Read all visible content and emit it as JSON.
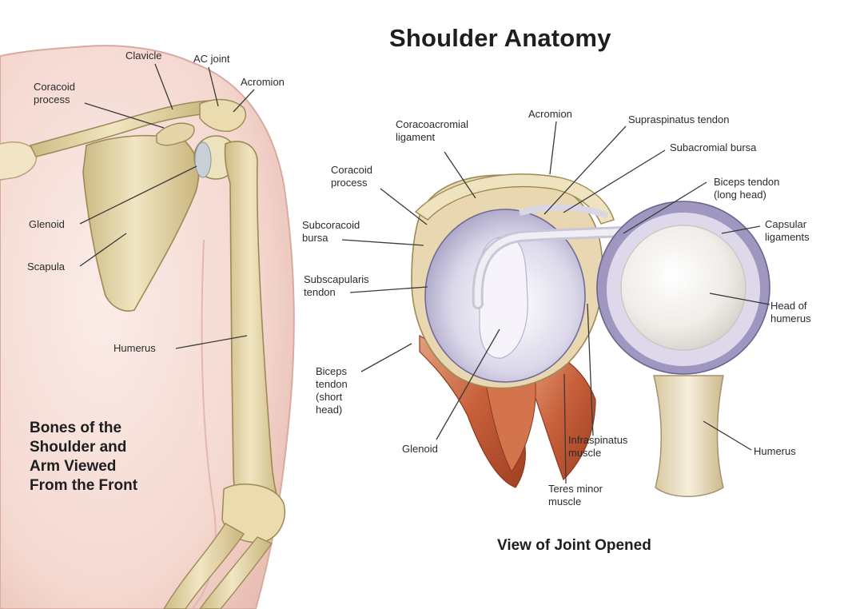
{
  "title": "Shoulder Anatomy",
  "front_view": {
    "caption_lines": [
      "Bones of the",
      "Shoulder and",
      "Arm Viewed",
      "From the Front"
    ],
    "labels": {
      "clavicle": "Clavicle",
      "ac_joint": "AC joint",
      "acromion": "Acromion",
      "coracoid_process": [
        "Coracoid",
        "process"
      ],
      "glenoid": "Glenoid",
      "scapula": "Scapula",
      "humerus": "Humerus"
    }
  },
  "open_view": {
    "caption": "View of Joint Opened",
    "labels": {
      "coracoacromial_ligament": [
        "Coracoacromial",
        "ligament"
      ],
      "acromion": "Acromion",
      "supraspinatus_tendon": "Supraspinatus tendon",
      "subacromial_bursa": "Subacromial bursa",
      "coracoid_process": [
        "Coracoid",
        "process"
      ],
      "biceps_tendon_long": [
        "Biceps tendon",
        "(long head)"
      ],
      "subcoracoid_bursa": [
        "Subcoracoid",
        "bursa"
      ],
      "capsular_ligaments": [
        "Capsular",
        "ligaments"
      ],
      "subscapularis_tendon": [
        "Subscapularis",
        "tendon"
      ],
      "head_of_humerus": [
        "Head of",
        "humerus"
      ],
      "biceps_tendon_short": [
        "Biceps",
        "tendon",
        "(short",
        "head)"
      ],
      "glenoid": "Glenoid",
      "infraspinatus_muscle": [
        "Infraspinatus",
        "muscle"
      ],
      "teres_minor_muscle": [
        "Teres minor",
        "muscle"
      ],
      "humerus": "Humerus"
    }
  },
  "colors": {
    "skin": "#f3d6cf",
    "skin_edge": "#d9aaa0",
    "bone": "#e9dcae",
    "bone_edge": "#9c8a55",
    "cartilage": "#dcd6ea",
    "muscle": "#c9643e",
    "text": "#2b2b2b"
  }
}
